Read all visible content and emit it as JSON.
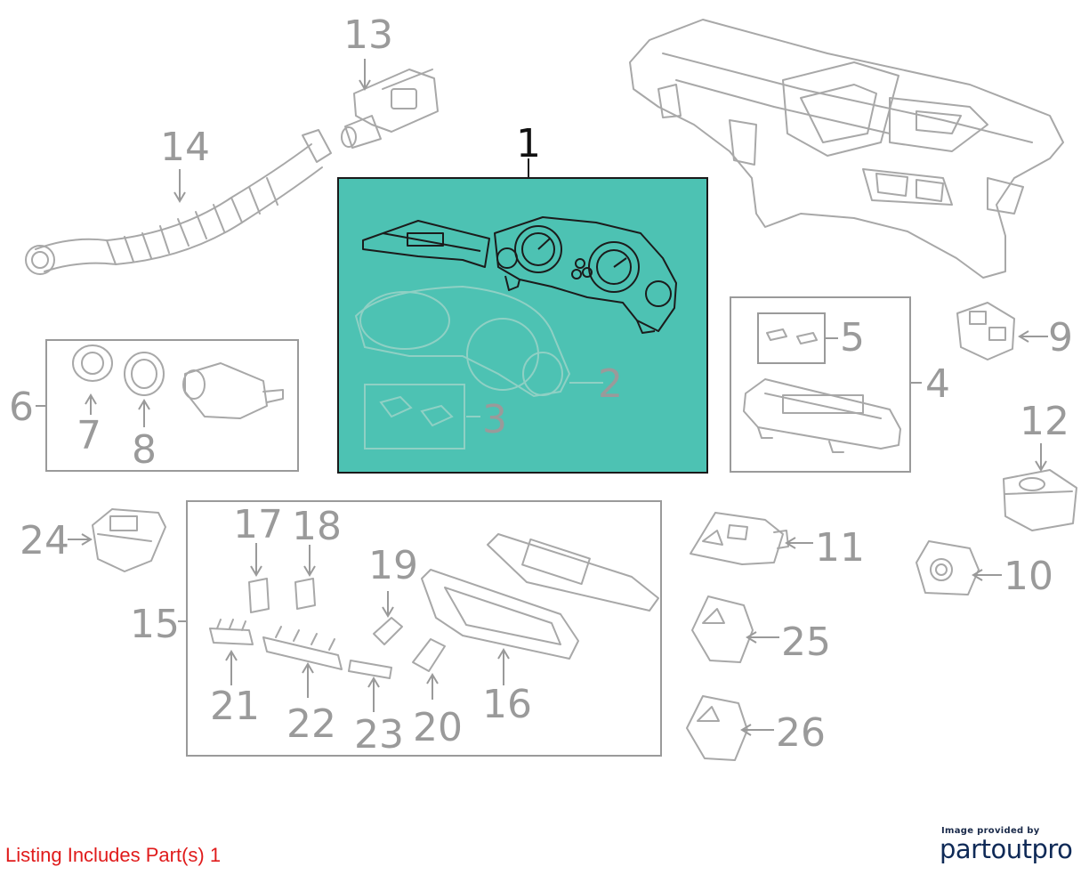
{
  "colors": {
    "highlight_fill": "#4dc2b3",
    "callout_gray": "#9a9a9a",
    "footer_red": "#e01b1b",
    "brand_navy": "#0f2a57"
  },
  "callouts": {
    "c1": "1",
    "c2": "2",
    "c3": "3",
    "c4": "4",
    "c5": "5",
    "c6": "6",
    "c7": "7",
    "c8": "8",
    "c9": "9",
    "c10": "10",
    "c11": "11",
    "c12": "12",
    "c13": "13",
    "c14": "14",
    "c15": "15",
    "c16": "16",
    "c17": "17",
    "c18": "18",
    "c19": "19",
    "c20": "20",
    "c21": "21",
    "c22": "22",
    "c23": "23",
    "c24": "24",
    "c25": "25",
    "c26": "26"
  },
  "footer": {
    "listing_note": "Listing Includes Part(s) 1",
    "credit_small": "Image provided by",
    "credit_brand": "partoutpro"
  }
}
